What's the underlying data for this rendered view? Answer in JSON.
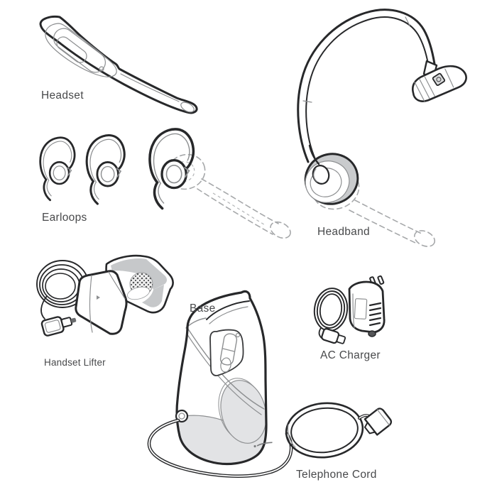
{
  "diagram": {
    "type": "product-parts-diagram",
    "parts": {
      "headset": {
        "label": "Headset",
        "illustration": "wireless-headset-earpiece-with-mic-boom"
      },
      "earloops": {
        "label": "Earloops",
        "illustration": "three-earloops-small-medium-large-with-ghost-headset"
      },
      "headband": {
        "label": "Headband",
        "illustration": "over-the-head-band-with-ear-cushion-and-ghost-headset"
      },
      "handset_lifter": {
        "label": "Handset Lifter",
        "illustration": "handset-lifter-with-coiled-cord-and-plug"
      },
      "base": {
        "label": "Base",
        "illustration": "charging-base-cradle-with-cord"
      },
      "ac_charger": {
        "label": "AC Charger",
        "illustration": "ac-wall-adapter-with-coiled-cord"
      },
      "telephone_cord": {
        "label": "Telephone Cord",
        "illustration": "coiled-telephone-cord-with-rj11-plug"
      }
    }
  },
  "colors": {
    "line": "#27282a",
    "detail_line": "#8d8f91",
    "ghost_line": "#a6a8aa",
    "fill_light": "#e2e3e5",
    "fill_mid": "#c6c8ca",
    "label_text": "#48494b",
    "background": "#ffffff"
  }
}
